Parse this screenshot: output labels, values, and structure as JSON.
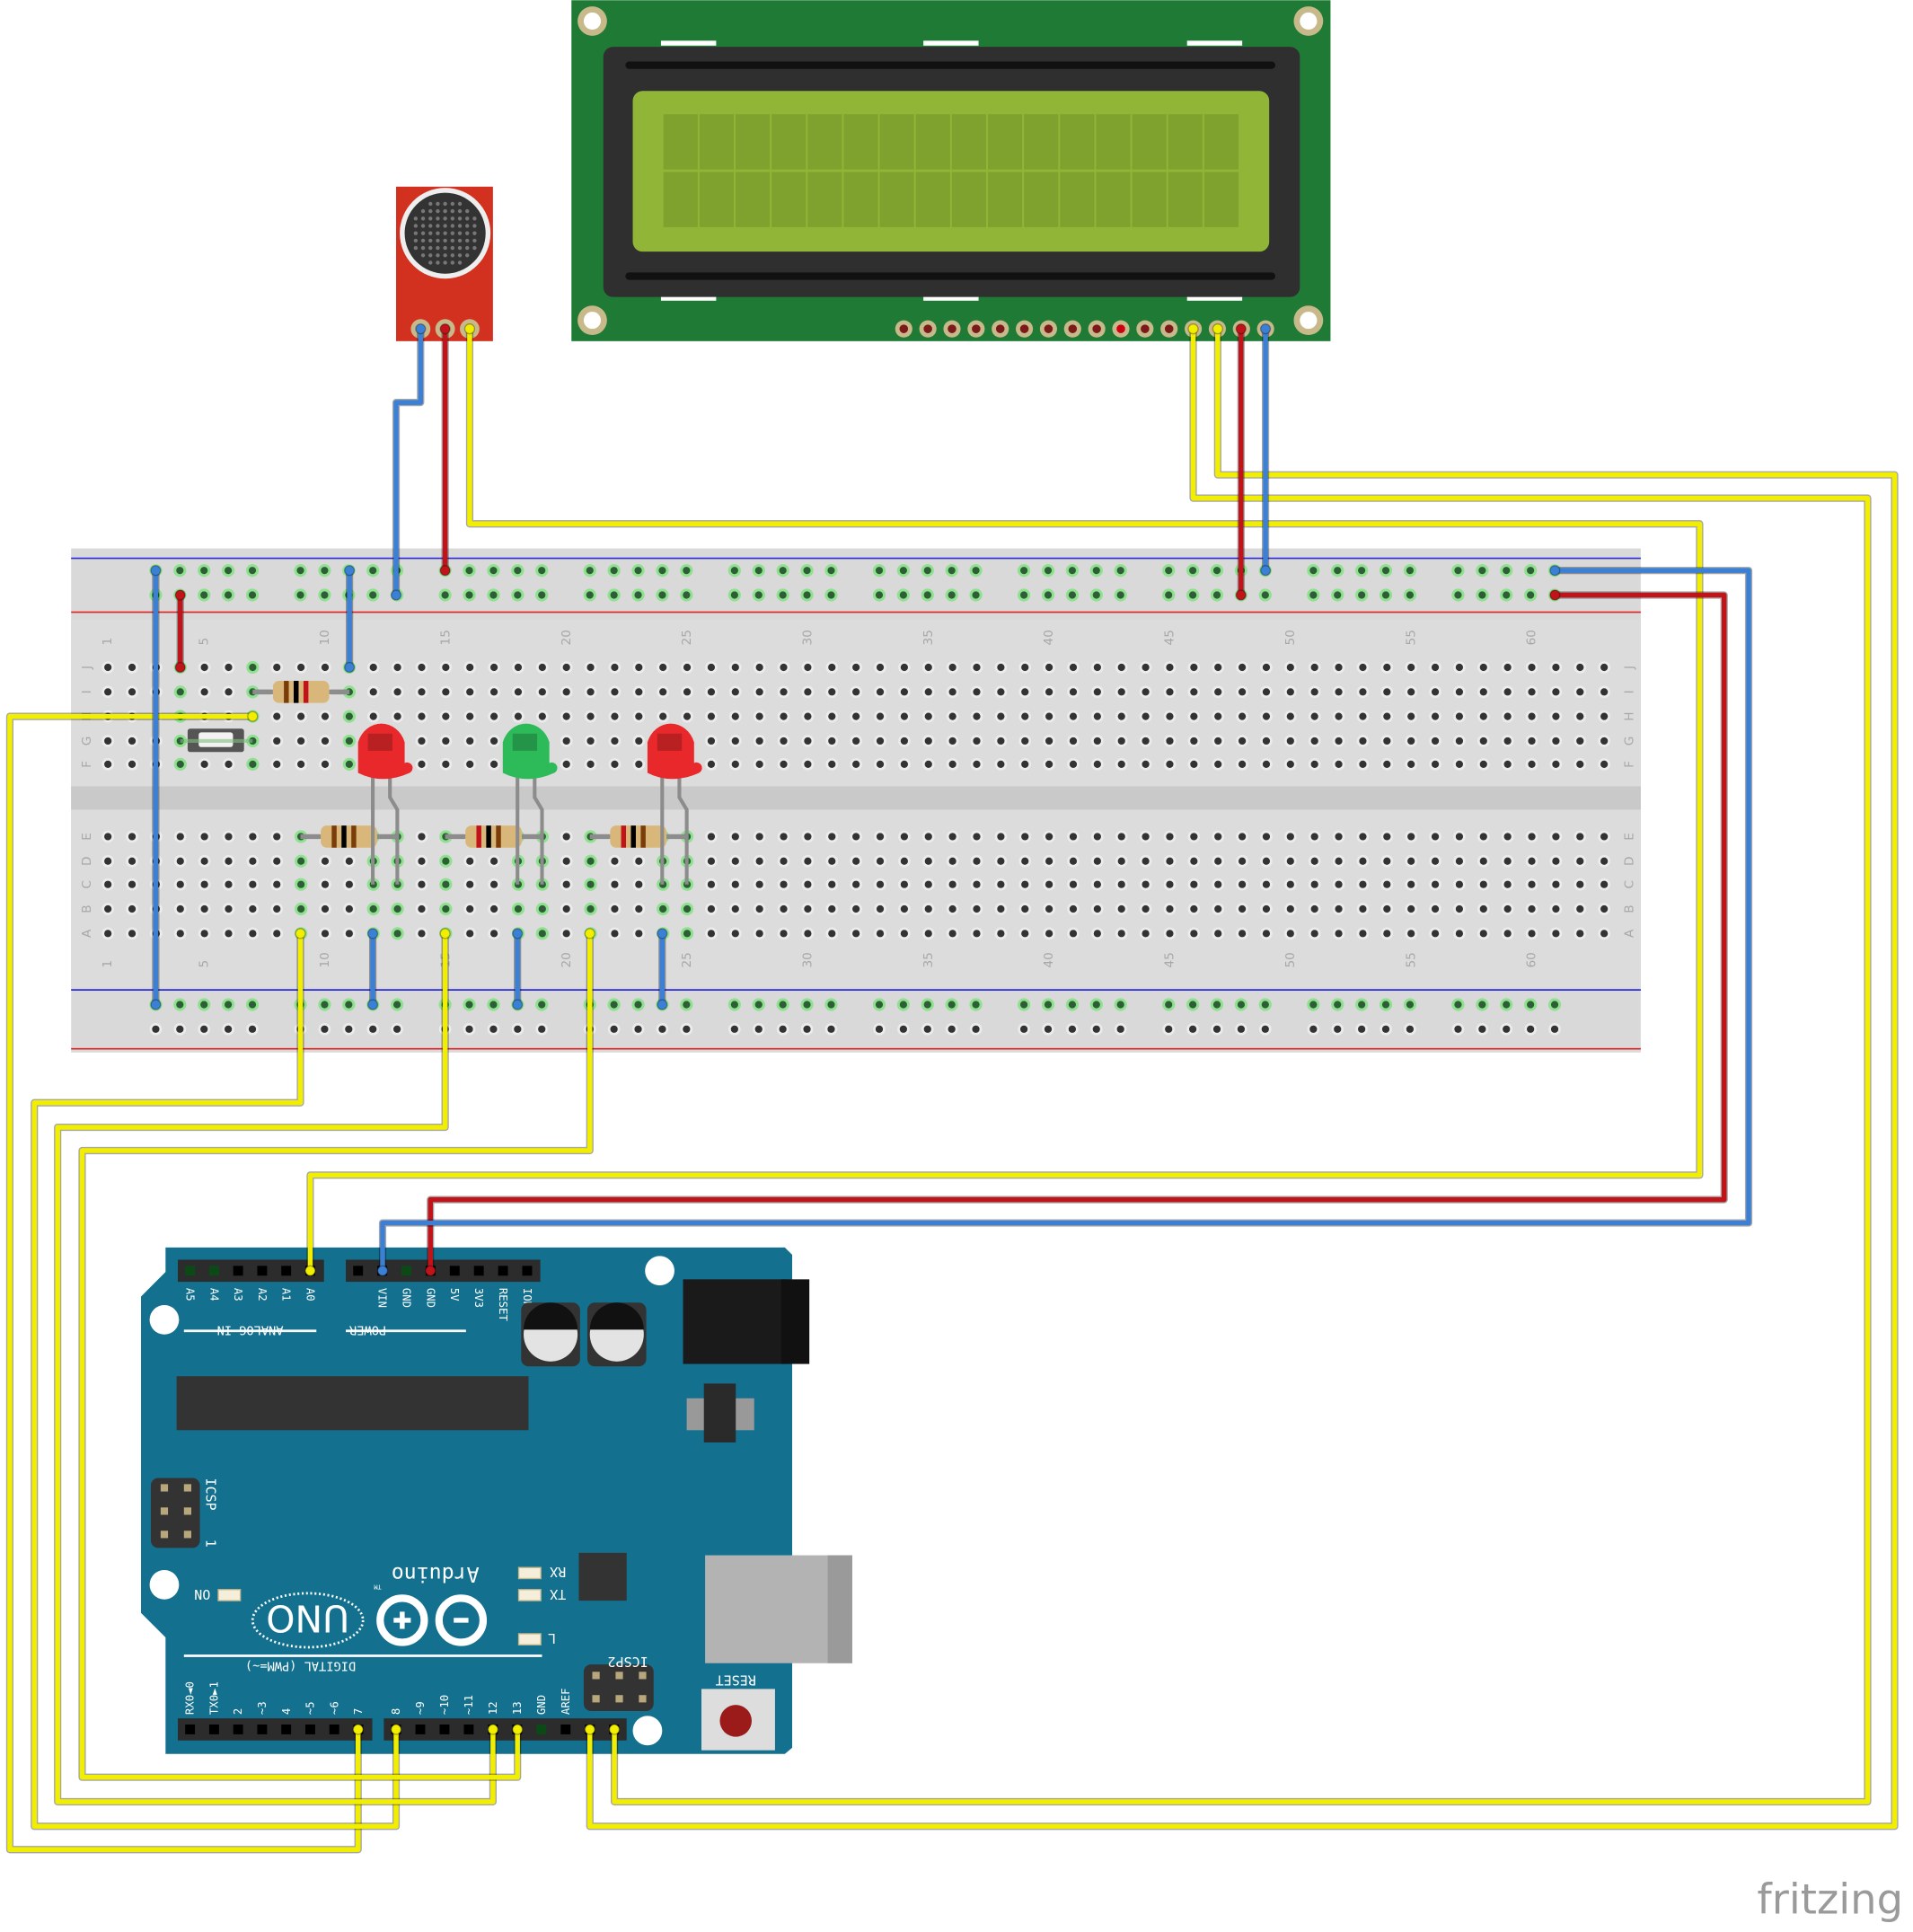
{
  "colors": {
    "wire_yellow": "#f2ee00",
    "wire_red": "#c0131a",
    "wire_blue": "#3b80d4",
    "arduino_board": "#13718f",
    "breadboard": "#d9d9d9",
    "lcd_pcb": "#1f7a36",
    "lcd_screen": "#91b637",
    "mic_pcb": "#d2311f",
    "led_red": "#e8282b",
    "led_green": "#2dbb5a"
  },
  "lcd": {
    "character_cols": 16,
    "character_rows": 2,
    "pin_count": 16
  },
  "breadboard": {
    "column_numbers": [
      "1",
      "5",
      "10",
      "15",
      "20",
      "25",
      "30",
      "35",
      "40",
      "45",
      "50",
      "55",
      "60"
    ],
    "row_letters_top": [
      "J",
      "I",
      "H",
      "G",
      "F"
    ],
    "row_letters_bottom": [
      "E",
      "D",
      "C",
      "B",
      "A"
    ]
  },
  "arduino": {
    "analog_pins": [
      "A5",
      "A4",
      "A3",
      "A2",
      "A1",
      "A0"
    ],
    "analog_label": "ANALOG IN",
    "power_pins": [
      "",
      "VIN",
      "GND",
      "GND",
      "5V",
      "3V3",
      "RESET",
      "IOREF"
    ],
    "power_label": "POWER",
    "digital_pins_low": [
      "RX0◄0",
      "TX0►1",
      "2",
      "~3",
      "4",
      "~5",
      "~6",
      "7"
    ],
    "digital_pins_high": [
      "8",
      "~9",
      "~10",
      "~11",
      "12",
      "13",
      "GND",
      "AREF"
    ],
    "digital_label": "DIGITAL (PWM=~)",
    "icsp_label": "ICSP",
    "icsp_pin1": "1",
    "icsp2_label": "ICSP2",
    "on_label": "ON",
    "tx_label": "TX",
    "rx_label": "RX",
    "l_label": "L",
    "reset_label": "RESET",
    "brand": "Arduino",
    "tm": "TM",
    "model": "UNO"
  },
  "watermark": "fritzing"
}
